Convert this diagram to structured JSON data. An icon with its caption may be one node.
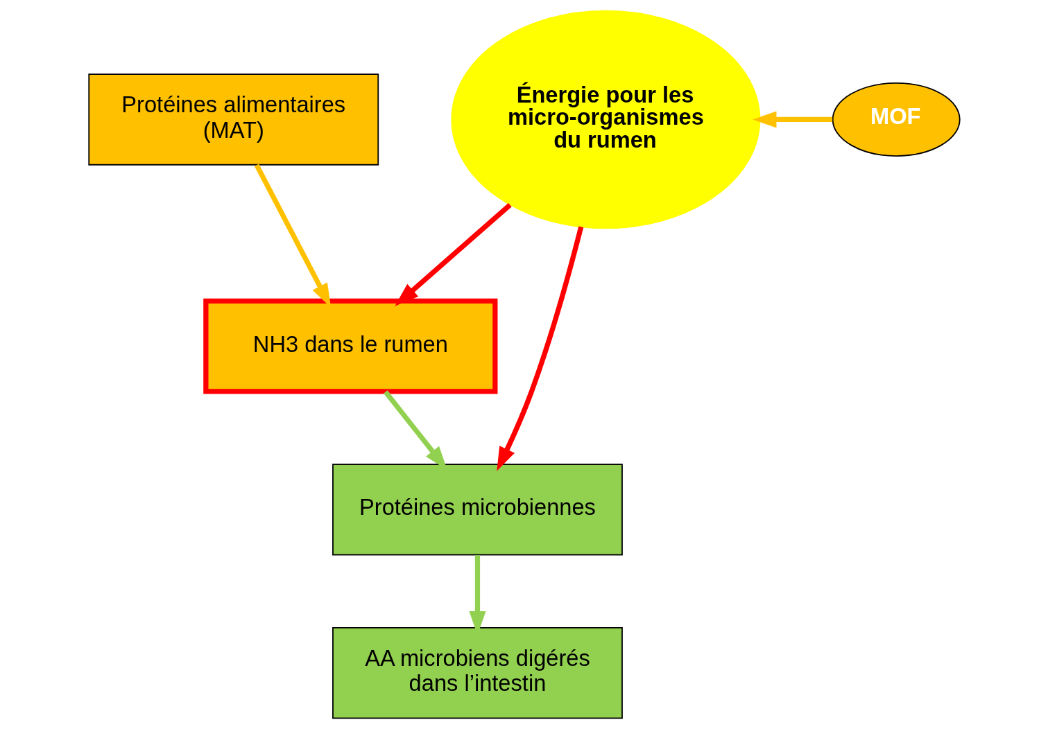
{
  "diagram": {
    "nodes": [
      {
        "text": [
          "Protéines alimentaires (MAT)"
        ]
      },
      {
        "text": [
          "NH3 dans le rumen"
        ]
      },
      {
        "text": [
          "Énergie pour les micro-organismes du rumen"
        ]
      },
      {
        "text": [
          "MOF"
        ]
      },
      {
        "text": [
          "Protéines microbiennes"
        ]
      },
      {
        "text": [
          "AA microbiens digérés dans l’intestin"
        ]
      }
    ],
    "edges": [
      {
        "from": 0,
        "to": 1,
        "arrow": "to",
        "color": "#ffc000"
      },
      {
        "from": 2,
        "to": 1,
        "arrow": "to",
        "color": "#ff0000"
      },
      {
        "from": 3,
        "to": 2,
        "arrow": "to",
        "color": "#ffc000"
      },
      {
        "from": 1,
        "to": 4,
        "arrow": "to",
        "color": "#92d050"
      },
      {
        "from": 2,
        "to": 4,
        "arrow": "to",
        "color": "#ff0000"
      },
      {
        "from": 4,
        "to": 5,
        "arrow": "to",
        "color": "#92d050"
      }
    ]
  }
}
